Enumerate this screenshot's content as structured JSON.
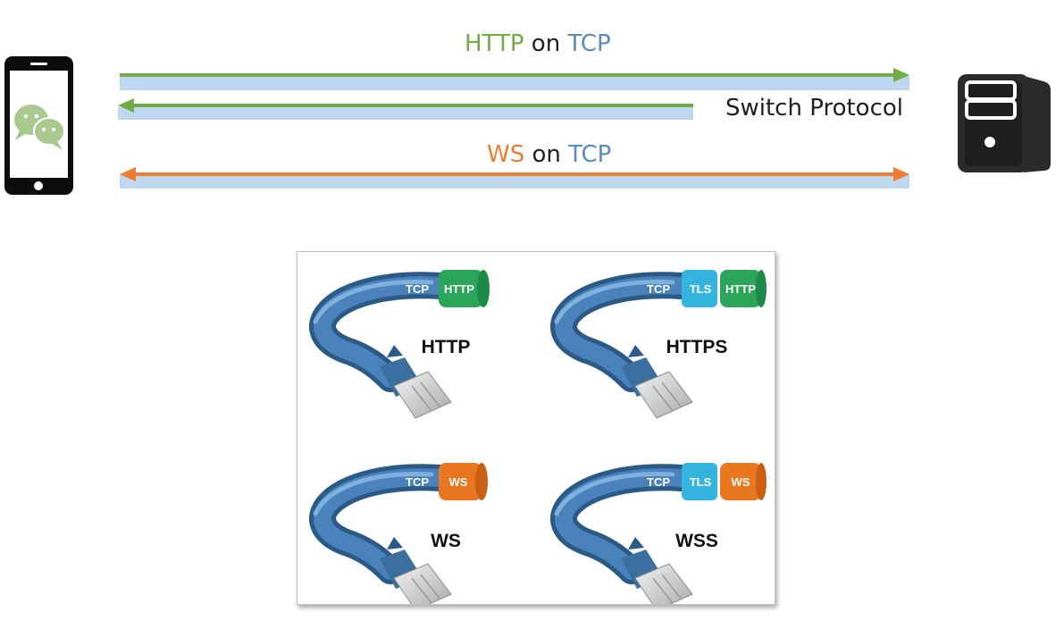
{
  "colors": {
    "http_green": "#70ad47",
    "tcp_blue": "#5b8bb8",
    "ws_orange": "#ed7d31",
    "track_blue": "#bdd7ee",
    "text_dark": "#1f1f1f",
    "tag_green": "#2aa55a",
    "tag_cyan": "#35b4e0",
    "tag_orange": "#e8771f",
    "cable_blue": "#3f74a8"
  },
  "icons": {
    "client": "smartphone-wechat-icon",
    "server": "server-tower-icon"
  },
  "flows": {
    "top": {
      "part1": "HTTP",
      "part2": " on ",
      "part3": "TCP"
    },
    "middle": {
      "label": "Switch Protocol"
    },
    "bottom": {
      "part1": "WS",
      "part2": " on ",
      "part3": "TCP"
    }
  },
  "panels": [
    {
      "title": "HTTP",
      "tags": [
        "TCP",
        "HTTP"
      ]
    },
    {
      "title": "HTTPS",
      "tags": [
        "TCP",
        "TLS",
        "HTTP"
      ]
    },
    {
      "title": "WS",
      "tags": [
        "TCP",
        "WS"
      ]
    },
    {
      "title": "WSS",
      "tags": [
        "TCP",
        "TLS",
        "WS"
      ]
    }
  ]
}
